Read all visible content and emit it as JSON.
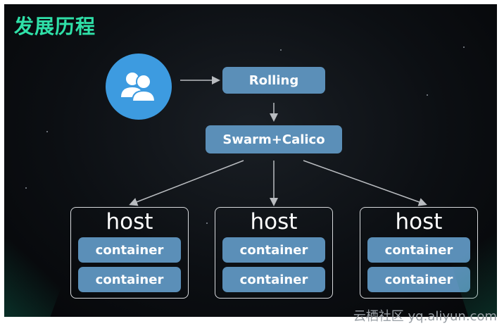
{
  "title": "发展历程",
  "user_icon": "users-icon",
  "colors": {
    "title": "#2fe0a8",
    "avatar": "#3d9be0",
    "box": "#5b8fb8",
    "background": "#0c0f13"
  },
  "nodes": {
    "rolling": "Rolling",
    "swarm": "Swarm+Calico"
  },
  "hosts": [
    {
      "label": "host",
      "containers": [
        "container",
        "container"
      ]
    },
    {
      "label": "host",
      "containers": [
        "container",
        "container"
      ]
    },
    {
      "label": "host",
      "containers": [
        "container",
        "container"
      ]
    }
  ],
  "watermark": "云栖社区 yq.aliyun.com"
}
